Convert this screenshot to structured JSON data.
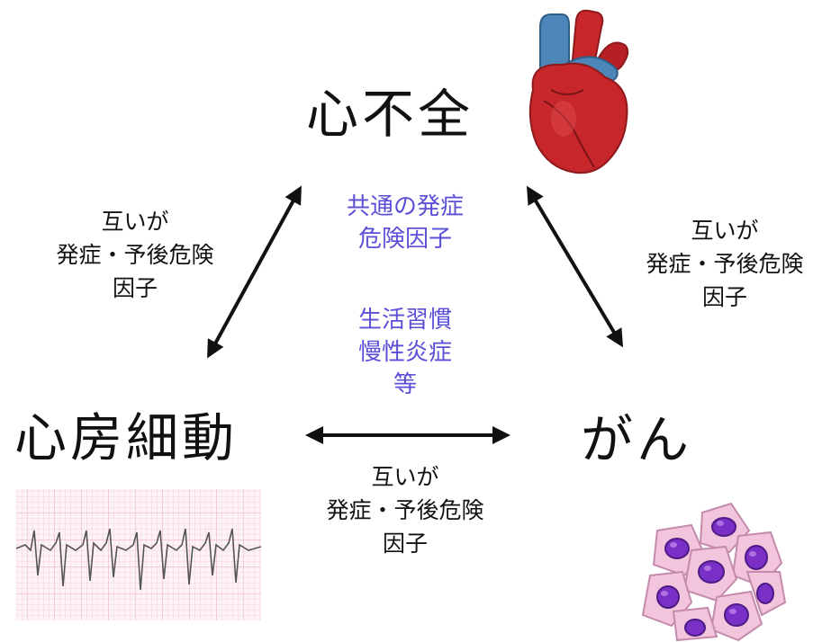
{
  "nodes": {
    "heart_failure": {
      "label": "心不全"
    },
    "atrial_fibrillation": {
      "label": "心房細動"
    },
    "cancer": {
      "label": "がん"
    }
  },
  "center": {
    "common_risk": [
      "共通の発症",
      "危険因子"
    ],
    "factors": [
      "生活習慣",
      "慢性炎症",
      "等"
    ]
  },
  "edge_captions": {
    "left": [
      "互いが",
      "発症・予後危険",
      "因子"
    ],
    "right": [
      "互いが",
      "発症・予後危険",
      "因子"
    ],
    "bottom": [
      "互いが",
      "発症・予後危険",
      "因子"
    ]
  },
  "colors": {
    "center_text": "#5a4fd6",
    "text": "#111111",
    "arrow": "#111111",
    "ecg_grid": "#f3c4cf",
    "ecg_line": "#555555",
    "cell_fill": "#f2c5dc",
    "cell_outline": "#c48aab",
    "nucleus": "#7a2fc6",
    "heart": "#c7262b",
    "vessel": "#4d86b8"
  },
  "icons": {
    "heart": "heart-anatomy-icon",
    "ecg": "ecg-strip-icon",
    "cells": "cancer-cells-icon"
  }
}
